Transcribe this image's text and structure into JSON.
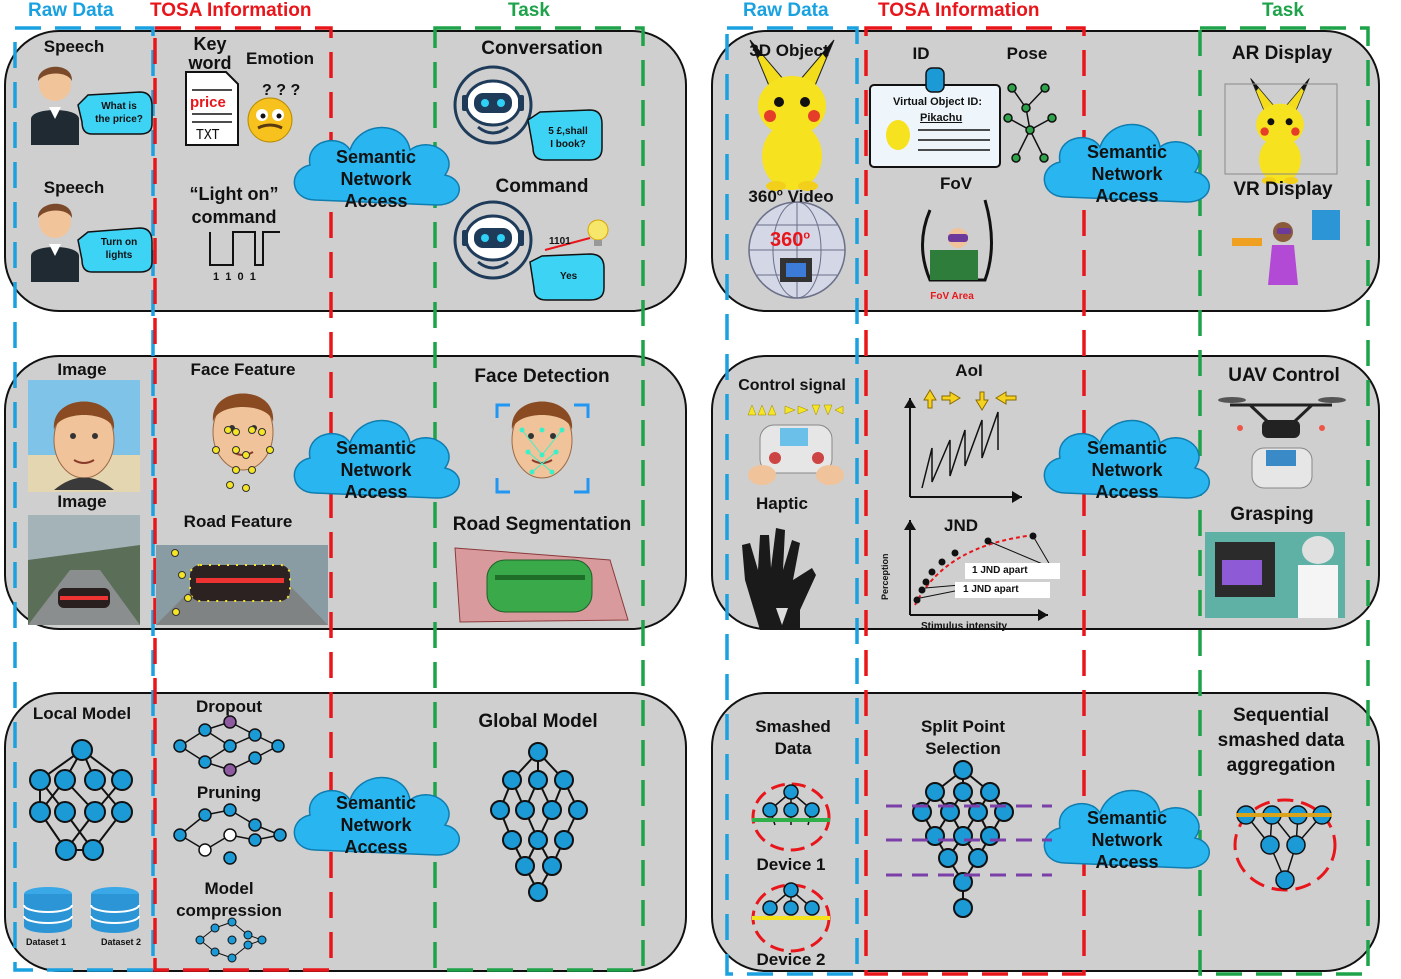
{
  "headers": {
    "left": {
      "raw": "Raw Data",
      "tosa": "TOSA Information",
      "task": "Task"
    },
    "right": {
      "raw": "Raw Data",
      "tosa": "TOSA Information",
      "task": "Task"
    }
  },
  "cloud_label": [
    "Semantic",
    "Network",
    "Access"
  ],
  "colors": {
    "raw": "#1aa1e0",
    "tosa": "#e8161b",
    "task": "#1fa34a",
    "cloud": "#29b6f0",
    "node": "#1b9ad6",
    "panel": "#cfcfcf"
  },
  "left_panels": {
    "speech": {
      "raw1": "Speech",
      "bubble1_line1": "What is",
      "bubble1_line2": "the price?",
      "raw2": "Speech",
      "bubble2_line1": "Turn on",
      "bubble2_line2": "lights",
      "keyword_line1": "Key",
      "keyword_line2": "word",
      "doc_word": "price",
      "doc_ext": "TXT",
      "emotion": "Emotion",
      "command_line1": "“Light on”",
      "command_line2": "command",
      "bits": "1  1  0  1",
      "task1": "Conversation",
      "reply1_line1": "5 £,shall",
      "reply1_line2": "I book?",
      "task2": "Command",
      "code": "1101",
      "reply2": "Yes"
    },
    "image": {
      "raw1": "Image",
      "raw2": "Image",
      "feature1": "Face Feature",
      "feature2": "Road Feature",
      "task1": "Face Detection",
      "task2": "Road Segmentation"
    },
    "model": {
      "raw": "Local Model",
      "dataset1": "Dataset 1",
      "dataset2": "Dataset 2",
      "t1": "Dropout",
      "t2": "Pruning",
      "t3_line1": "Model",
      "t3_line2": "compression",
      "task": "Global Model"
    }
  },
  "right_panels": {
    "xr": {
      "raw1": "3D Object",
      "raw2_base": "360",
      "raw2_sup": "o",
      "raw2_rest": " Video",
      "globe_text": "360",
      "globe_sup": "o",
      "id": "ID",
      "pose": "Pose",
      "card_line1": "Virtual Object ID:",
      "card_line2": "Pikachu",
      "fov": "FoV",
      "fov_area": "FoV Area",
      "task1": "AR Display",
      "task2": "VR Display"
    },
    "control": {
      "raw1": "Control signal",
      "raw2": "Haptic",
      "aoi": "AoI",
      "jnd": "JND",
      "jnd_ylabel": "Perception",
      "jnd_xlabel": "Stimulus intensity",
      "jnd_note1": "1 JND apart",
      "jnd_note2": "1 JND apart",
      "task1": "UAV Control",
      "task2": "Grasping"
    },
    "split": {
      "raw_line1": "Smashed",
      "raw_line2": "Data",
      "device1": "Device 1",
      "device2": "Device 2",
      "tosa_line1": "Split Point",
      "tosa_line2": "Selection",
      "task_line1": "Sequential",
      "task_line2": "smashed data",
      "task_line3": "aggregation"
    }
  }
}
